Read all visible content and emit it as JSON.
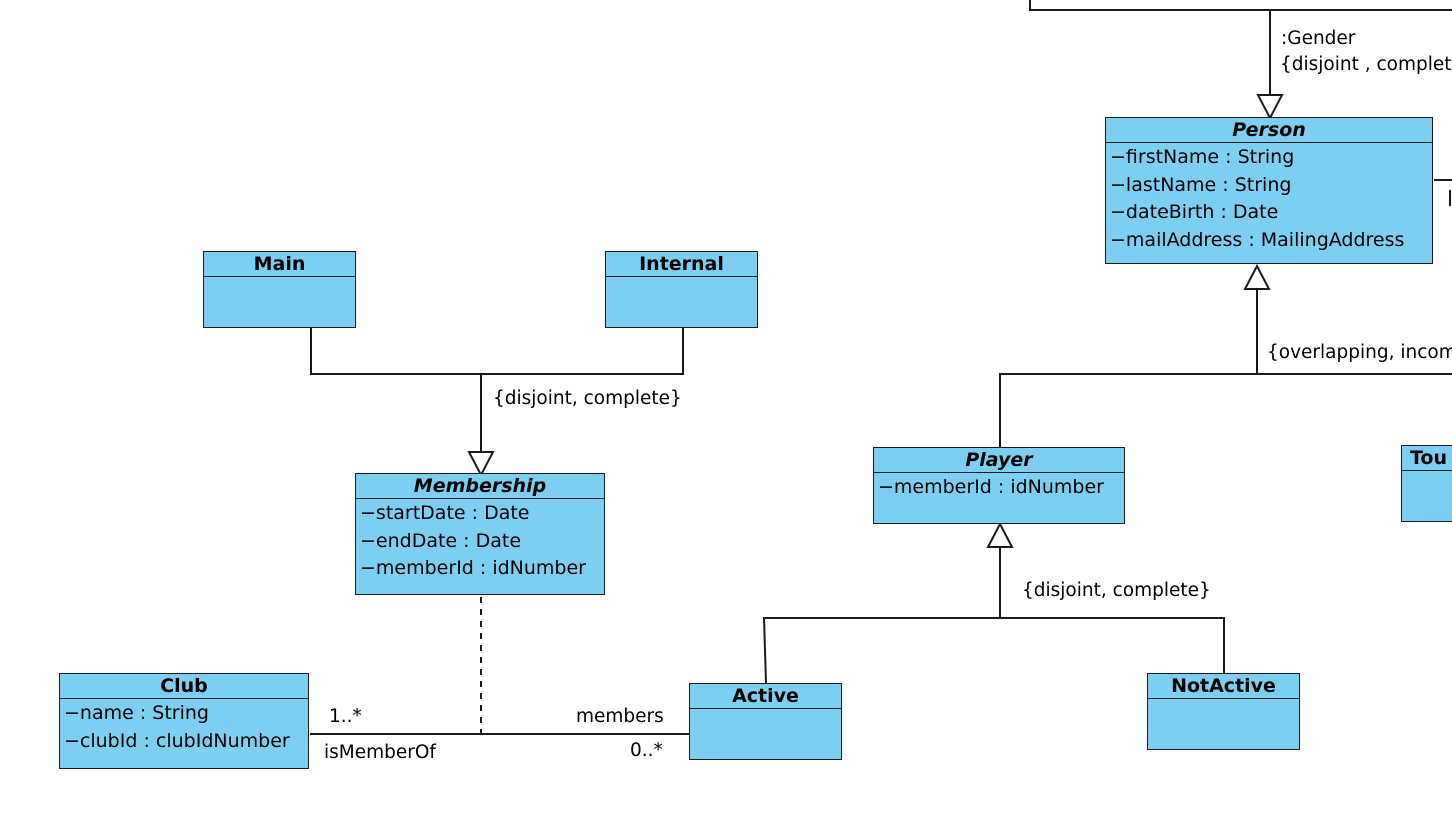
{
  "classes": {
    "person": {
      "name": "Person",
      "attributes": [
        "−firstName : String",
        "−lastName : String",
        "−dateBirth : Date",
        "−mailAddress : MailingAddress"
      ]
    },
    "main": {
      "name": "Main",
      "attributes": []
    },
    "internal": {
      "name": "Internal",
      "attributes": []
    },
    "membership": {
      "name": "Membership",
      "attributes": [
        "−startDate : Date",
        "−endDate : Date",
        "−memberId : idNumber"
      ]
    },
    "player": {
      "name": "Player",
      "attributes": [
        "−memberId : idNumber"
      ]
    },
    "tournament_partial": {
      "name": "Tou",
      "attributes": []
    },
    "club": {
      "name": "Club",
      "attributes": [
        "−name : String",
        "−clubId : clubIdNumber"
      ]
    },
    "active": {
      "name": "Active",
      "attributes": []
    },
    "notactive": {
      "name": "NotActive",
      "attributes": []
    }
  },
  "labels": {
    "gender": ":Gender",
    "gender_constraint": "{disjoint , complet",
    "membership_constraint": "{disjoint, complete}",
    "person_constraint": "{overlapping, incom",
    "player_constraint": "{disjoint, complete}",
    "club_multiplicity": "1..*",
    "club_role": "isMemberOf",
    "active_role": "members",
    "active_multiplicity": "0..*"
  },
  "colors": {
    "class_fill": "#7dcff2",
    "border": "#1a1a1a"
  }
}
